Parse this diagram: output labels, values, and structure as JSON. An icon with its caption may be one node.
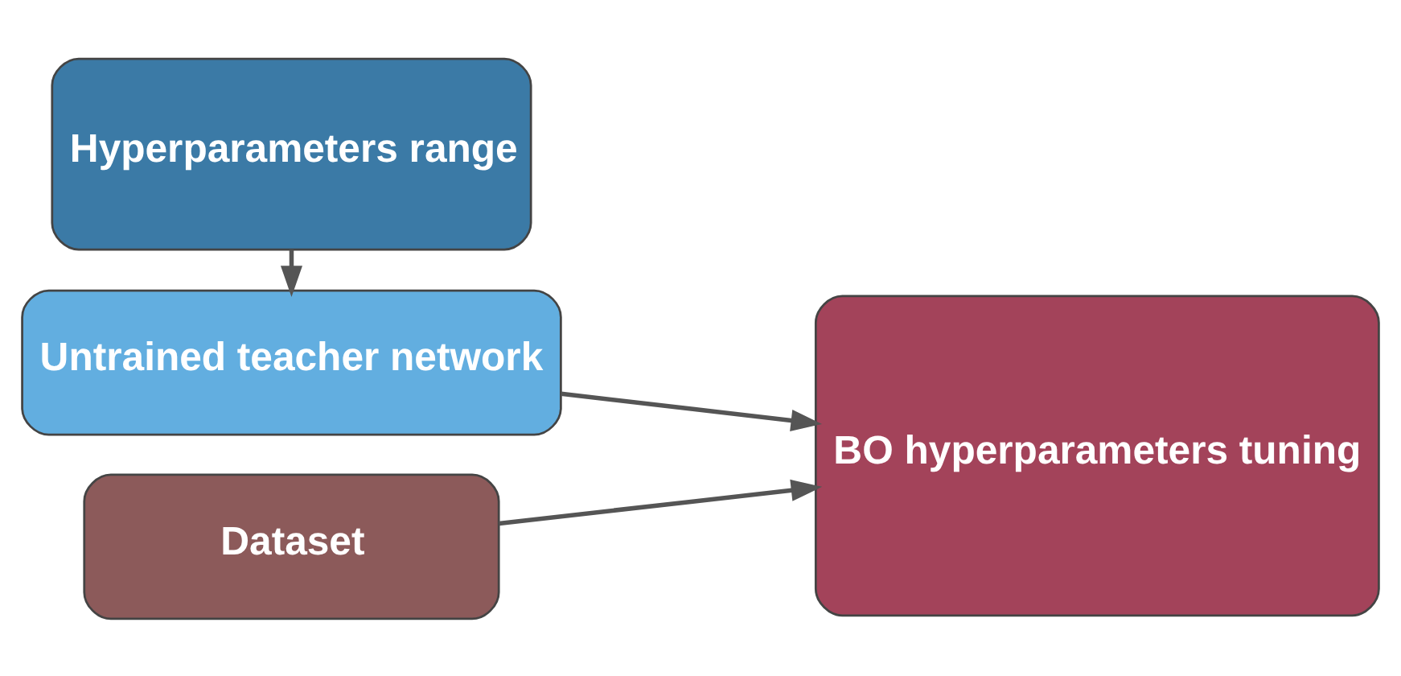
{
  "diagram": {
    "nodes": [
      {
        "text": [
          "Hyperparameters range"
        ]
      },
      {
        "text": [
          "Untrained teacher network"
        ]
      },
      {
        "text": [
          "Dataset"
        ]
      },
      {
        "text": [
          "BO hyperparameters tuning"
        ]
      }
    ],
    "edges": [
      {
        "from": 0,
        "to": 1,
        "arrow": "to"
      },
      {
        "from": 1,
        "to": 3,
        "arrow": "to"
      },
      {
        "from": 2,
        "to": 3,
        "arrow": "to"
      }
    ]
  }
}
